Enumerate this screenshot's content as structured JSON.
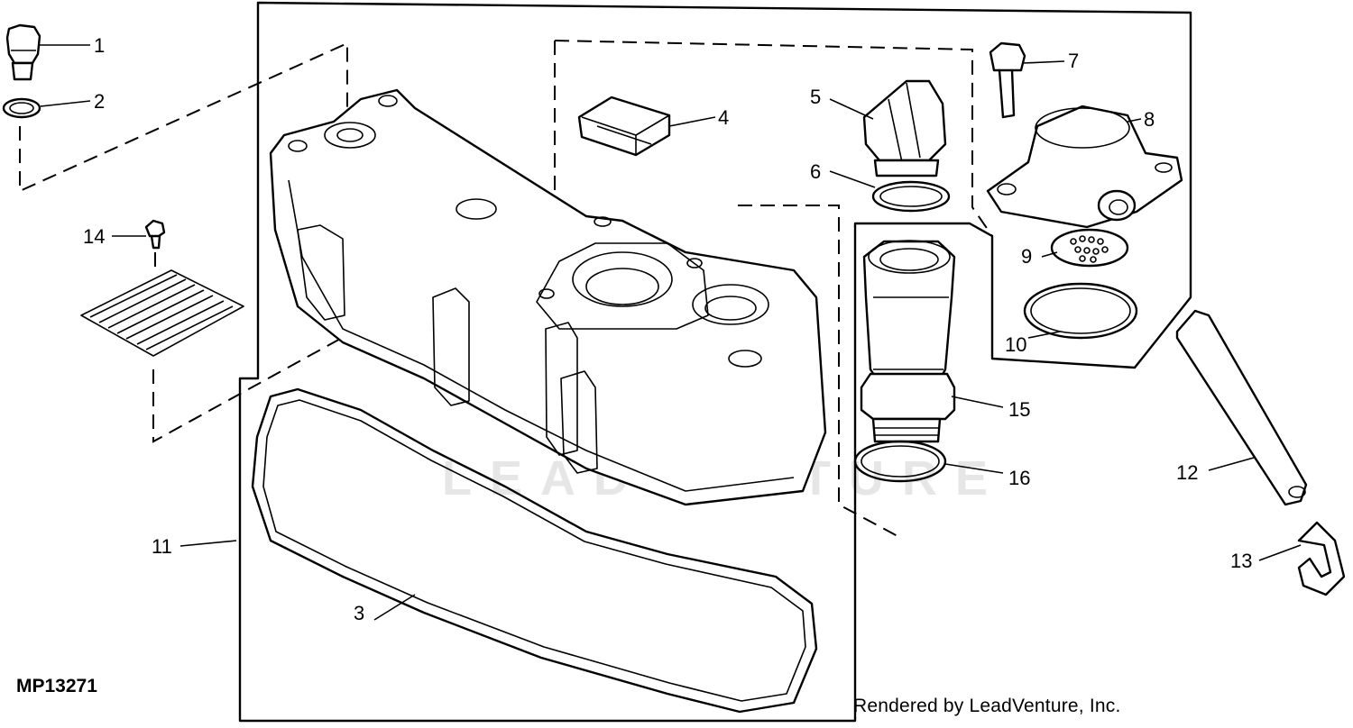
{
  "diagram": {
    "drawing_code": "MP13271",
    "credit": "Rendered by LeadVenture, Inc.",
    "watermark": "LEADVENTURE",
    "callouts": [
      {
        "id": "1",
        "label": "1"
      },
      {
        "id": "2",
        "label": "2"
      },
      {
        "id": "3",
        "label": "3"
      },
      {
        "id": "4",
        "label": "4"
      },
      {
        "id": "5",
        "label": "5"
      },
      {
        "id": "6",
        "label": "6"
      },
      {
        "id": "7",
        "label": "7"
      },
      {
        "id": "8",
        "label": "8"
      },
      {
        "id": "9",
        "label": "9"
      },
      {
        "id": "10",
        "label": "10"
      },
      {
        "id": "11",
        "label": "11"
      },
      {
        "id": "12",
        "label": "12"
      },
      {
        "id": "13",
        "label": "13"
      },
      {
        "id": "14",
        "label": "14"
      },
      {
        "id": "15",
        "label": "15"
      },
      {
        "id": "16",
        "label": "16"
      }
    ]
  }
}
